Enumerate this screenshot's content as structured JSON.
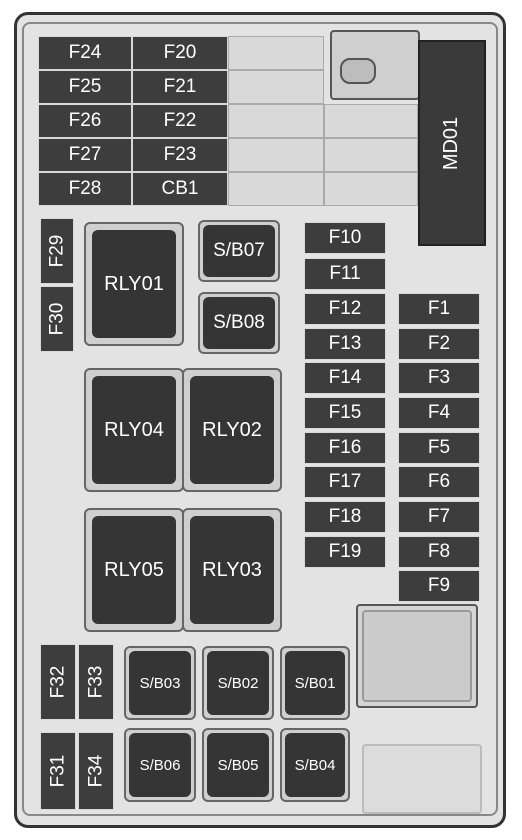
{
  "top_left_fuses": {
    "col1": [
      "F24",
      "F25",
      "F26",
      "F27",
      "F28"
    ],
    "col2": [
      "F20",
      "F21",
      "F22",
      "F23",
      "CB1"
    ]
  },
  "module": "MD01",
  "left_vertical_fuses": [
    "F29",
    "F30"
  ],
  "relays": {
    "rly01": "RLY01",
    "rly04": "RLY04",
    "rly02": "RLY02",
    "rly05": "RLY05",
    "rly03": "RLY03"
  },
  "mid_blocks": [
    "S/B07",
    "S/B08"
  ],
  "middle_fuse_column": [
    "F10",
    "F11",
    "F12",
    "F13",
    "F14",
    "F15",
    "F16",
    "F17",
    "F18",
    "F19"
  ],
  "right_fuse_column": [
    "F1",
    "F2",
    "F3",
    "F4",
    "F5",
    "F6",
    "F7",
    "F8",
    "F9"
  ],
  "bottom_vertical_fuses": {
    "f32": "F32",
    "f33": "F33",
    "f31": "F31",
    "f34": "F34"
  },
  "bottom_blocks_row1": [
    "S/B03",
    "S/B02",
    "S/B01"
  ],
  "bottom_blocks_row2": [
    "S/B06",
    "S/B05",
    "S/B04"
  ],
  "colors": {
    "component": "#3d3d3d",
    "housing": "#e3e3e3",
    "outline": "#333333"
  }
}
